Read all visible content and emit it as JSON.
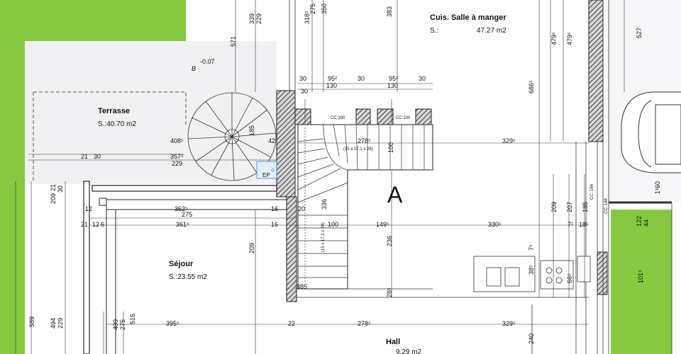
{
  "colors": {
    "lawn": "#86c940",
    "paving": "#f1f1f3",
    "wall_hatch": "#4a4a4a",
    "line": "#222222",
    "blue_mark": "#3b7fd0"
  },
  "rooms": {
    "kitchen": {
      "name": "Cuis. Salle à manger",
      "area_label": "S.:",
      "area_value": "47.27 m2"
    },
    "terrace": {
      "name": "Terrasse",
      "area": "S.:40.70 m2"
    },
    "living": {
      "name": "Séjour",
      "area": "S.:23.55 m2"
    },
    "hall": {
      "name": "Hall",
      "area": "9.29 m2"
    }
  },
  "stair_label": "A",
  "marks": {
    "ep": "EP",
    "stair_width_a": "278⁵",
    "stair_note_top": "(15 x 17.1 x 28)",
    "stair_note_side": "(15 x 17.1 x 28)",
    "level": "-0.07",
    "b_mark": "B",
    "cc_a": "CC:100",
    "cc_b": "CC:100"
  },
  "dimensions": {
    "h": [
      "30",
      "95²",
      "95²",
      "130",
      "130",
      "30",
      "30",
      "357⁵",
      "229",
      "21",
      "30",
      "408⁵",
      "42",
      "362⁵",
      "275",
      "16",
      "12",
      "361⁵",
      "21",
      "12",
      "6",
      "16",
      "100",
      "149⁵",
      "330⁵",
      "7¹",
      "18⁵",
      "329⁵",
      "395⁵",
      "22",
      "278⁵",
      "329⁵",
      "20",
      "385",
      "30"
    ],
    "v": [
      "339",
      "229",
      "571",
      "318⁵",
      "275",
      "350",
      "383",
      "479⁵",
      "479⁵",
      "686⁵",
      "527",
      "185",
      "100",
      "336",
      "209",
      "236",
      "209",
      "207",
      "185",
      "1¹60",
      "101⁵",
      "122",
      "44",
      "494",
      "229",
      "589",
      "516",
      "499",
      "275",
      "240",
      "28⁵",
      "38⁵",
      "66⁵",
      "7⁵",
      "209",
      "30",
      "21"
    ],
    "cc_vertical": [
      "CC: 184",
      "CC: 184"
    ]
  }
}
